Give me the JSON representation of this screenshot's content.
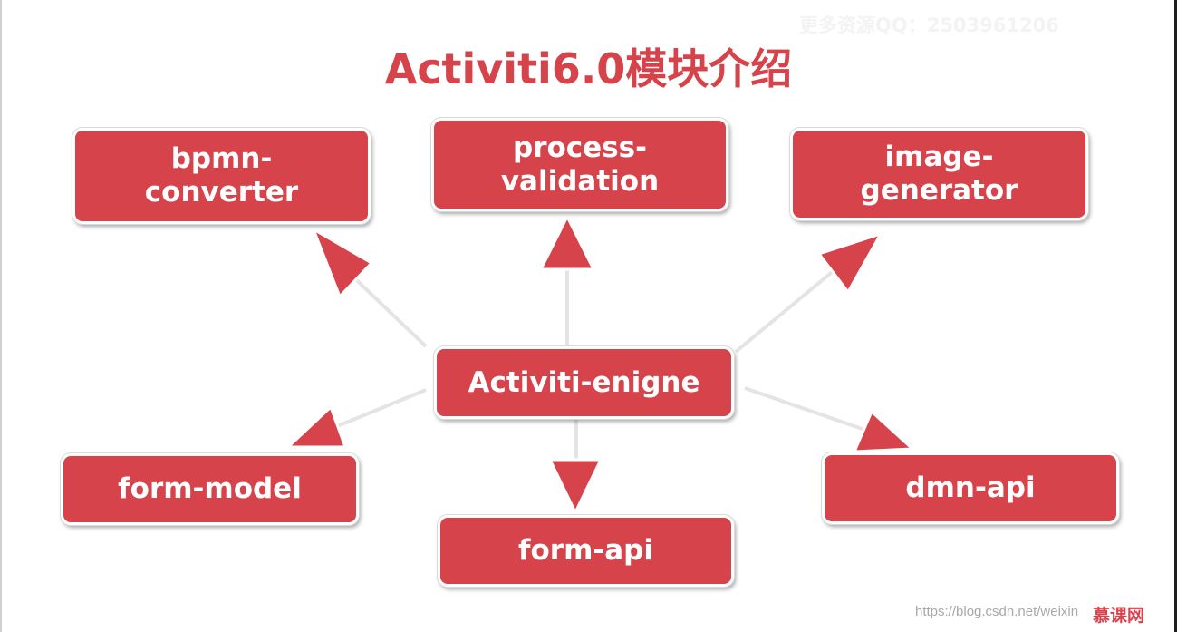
{
  "title": "Activiti6.0模块介绍",
  "watermark_top": "更多资源QQ：2503961206",
  "watermark_bottom": "https://blog.csdn.net/weixin",
  "logo_text": "慕课网",
  "colors": {
    "accent": "#d6434b",
    "arrow_line": "#e4e4e4",
    "box_border": "#ffffff"
  },
  "nodes": {
    "center": "Activiti-enigne",
    "bpmn_converter": "bpmn-\nconverter",
    "process_validation": "process-\nvalidation",
    "image_generator": "image-\ngenerator",
    "form_model": "form-model",
    "form_api": "form-api",
    "dmn_api": "dmn-api"
  },
  "edges": [
    {
      "from": "center",
      "to": "bpmn_converter"
    },
    {
      "from": "center",
      "to": "process_validation"
    },
    {
      "from": "center",
      "to": "image_generator"
    },
    {
      "from": "center",
      "to": "form_model"
    },
    {
      "from": "center",
      "to": "form_api"
    },
    {
      "from": "center",
      "to": "dmn_api"
    }
  ]
}
